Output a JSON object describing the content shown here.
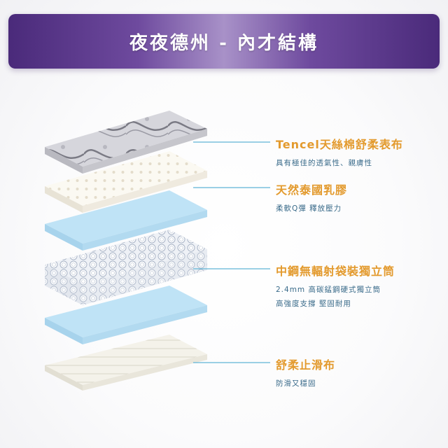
{
  "header": {
    "title": "夜夜德州 - 內才結構"
  },
  "layers_visual": [
    {
      "name": "tencel-fabric",
      "color": "#d9d9de"
    },
    {
      "name": "latex",
      "color": "#fbf9f2"
    },
    {
      "name": "foam-top",
      "color": "#bfe3f6"
    },
    {
      "name": "pocket-springs",
      "color": "#eef1f6"
    },
    {
      "name": "foam-bottom",
      "color": "#bfe3f6"
    },
    {
      "name": "anti-slip-base",
      "color": "#f4f2ea"
    }
  ],
  "features": [
    {
      "title": "Tencel天絲棉舒柔表布",
      "desc": [
        "具有極佳的透氣性、親膚性"
      ]
    },
    {
      "title": "天然泰國乳膠",
      "desc": [
        "柔軟Q彈 釋放壓力"
      ]
    },
    {
      "title": "中鋼無輻射袋裝獨立筒",
      "desc": [
        "2.4mm 高碳錳鋼硬式獨立筒",
        "高強度支撐 堅固耐用"
      ]
    },
    {
      "title": "舒柔止滑布",
      "desc": [
        "防滑又穩固"
      ]
    }
  ],
  "colors": {
    "accent": "#e39a2d",
    "desc_text": "#3a6b8a",
    "leader_line": "#5fb4d6",
    "banner_purple": "#5a3588"
  }
}
